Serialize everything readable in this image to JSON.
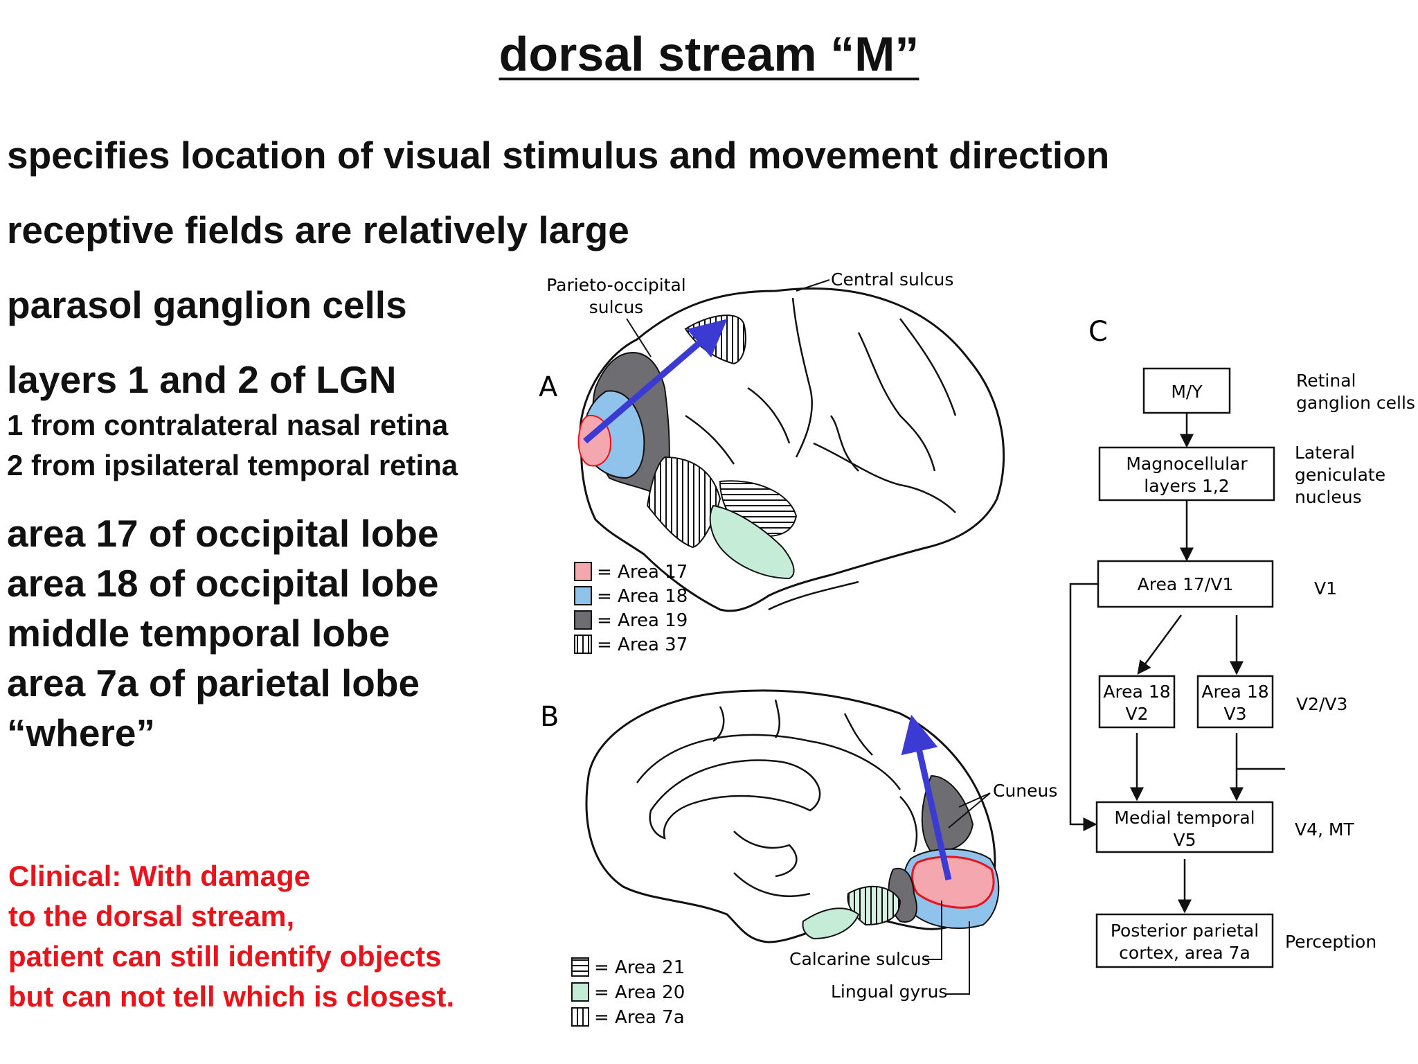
{
  "title": "dorsal stream “M”",
  "bullets": [
    "specifies location of visual stimulus and movement direction",
    "receptive fields are relatively large",
    "parasol ganglion cells",
    "layers 1 and 2 of LGN",
    "1 from contralateral nasal retina",
    "2 from ipsilateral temporal retina",
    "area 17 of occipital lobe",
    "area 18 of occipital lobe",
    "middle temporal lobe",
    "area 7a of parietal lobe",
    "“where”"
  ],
  "clinical": [
    "Clinical: With damage",
    "to the dorsal stream,",
    "patient can still identify objects",
    "but can not tell which is closest."
  ],
  "panel_a": {
    "letter": "A",
    "label_parieto_1": "Parieto-occipital",
    "label_parieto_2": "sulcus",
    "label_central": "Central sulcus",
    "legend": [
      "= Area 17",
      "= Area 18",
      "= Area 19",
      "= Area 37"
    ]
  },
  "panel_b": {
    "letter": "B",
    "label_cuneus": "Cuneus",
    "label_calcarine": "Calcarine sulcus",
    "label_lingual": "Lingual gyrus",
    "legend": [
      "= Area 21",
      "= Area 20",
      "= Area 7a"
    ]
  },
  "panel_c": {
    "letter": "C",
    "boxes": {
      "my": "M/Y",
      "magno_1": "Magnocellular",
      "magno_2": "layers 1,2",
      "v1": "Area 17/V1",
      "v2_1": "Area 18",
      "v2_2": "V2",
      "v3_1": "Area 18",
      "v3_2": "V3",
      "mt_1": "Medial temporal",
      "mt_2": "V5",
      "pp_1": "Posterior parietal",
      "pp_2": "cortex, area 7a"
    },
    "side_labels": {
      "retinal_1": "Retinal",
      "retinal_2": "ganglion cells",
      "lgn_1": "Lateral",
      "lgn_2": "geniculate",
      "lgn_3": "nucleus",
      "v1": "V1",
      "v2v3": "V2/V3",
      "v4mt": "V4, MT",
      "perception": "Perception"
    }
  },
  "colors": {
    "area17": "#f4a7ae",
    "area18": "#8fc3ec",
    "area19": "#6e6e72",
    "area20": "#c5ecd6",
    "arrow": "#3b3bd4",
    "clinical": "#e8131b"
  }
}
